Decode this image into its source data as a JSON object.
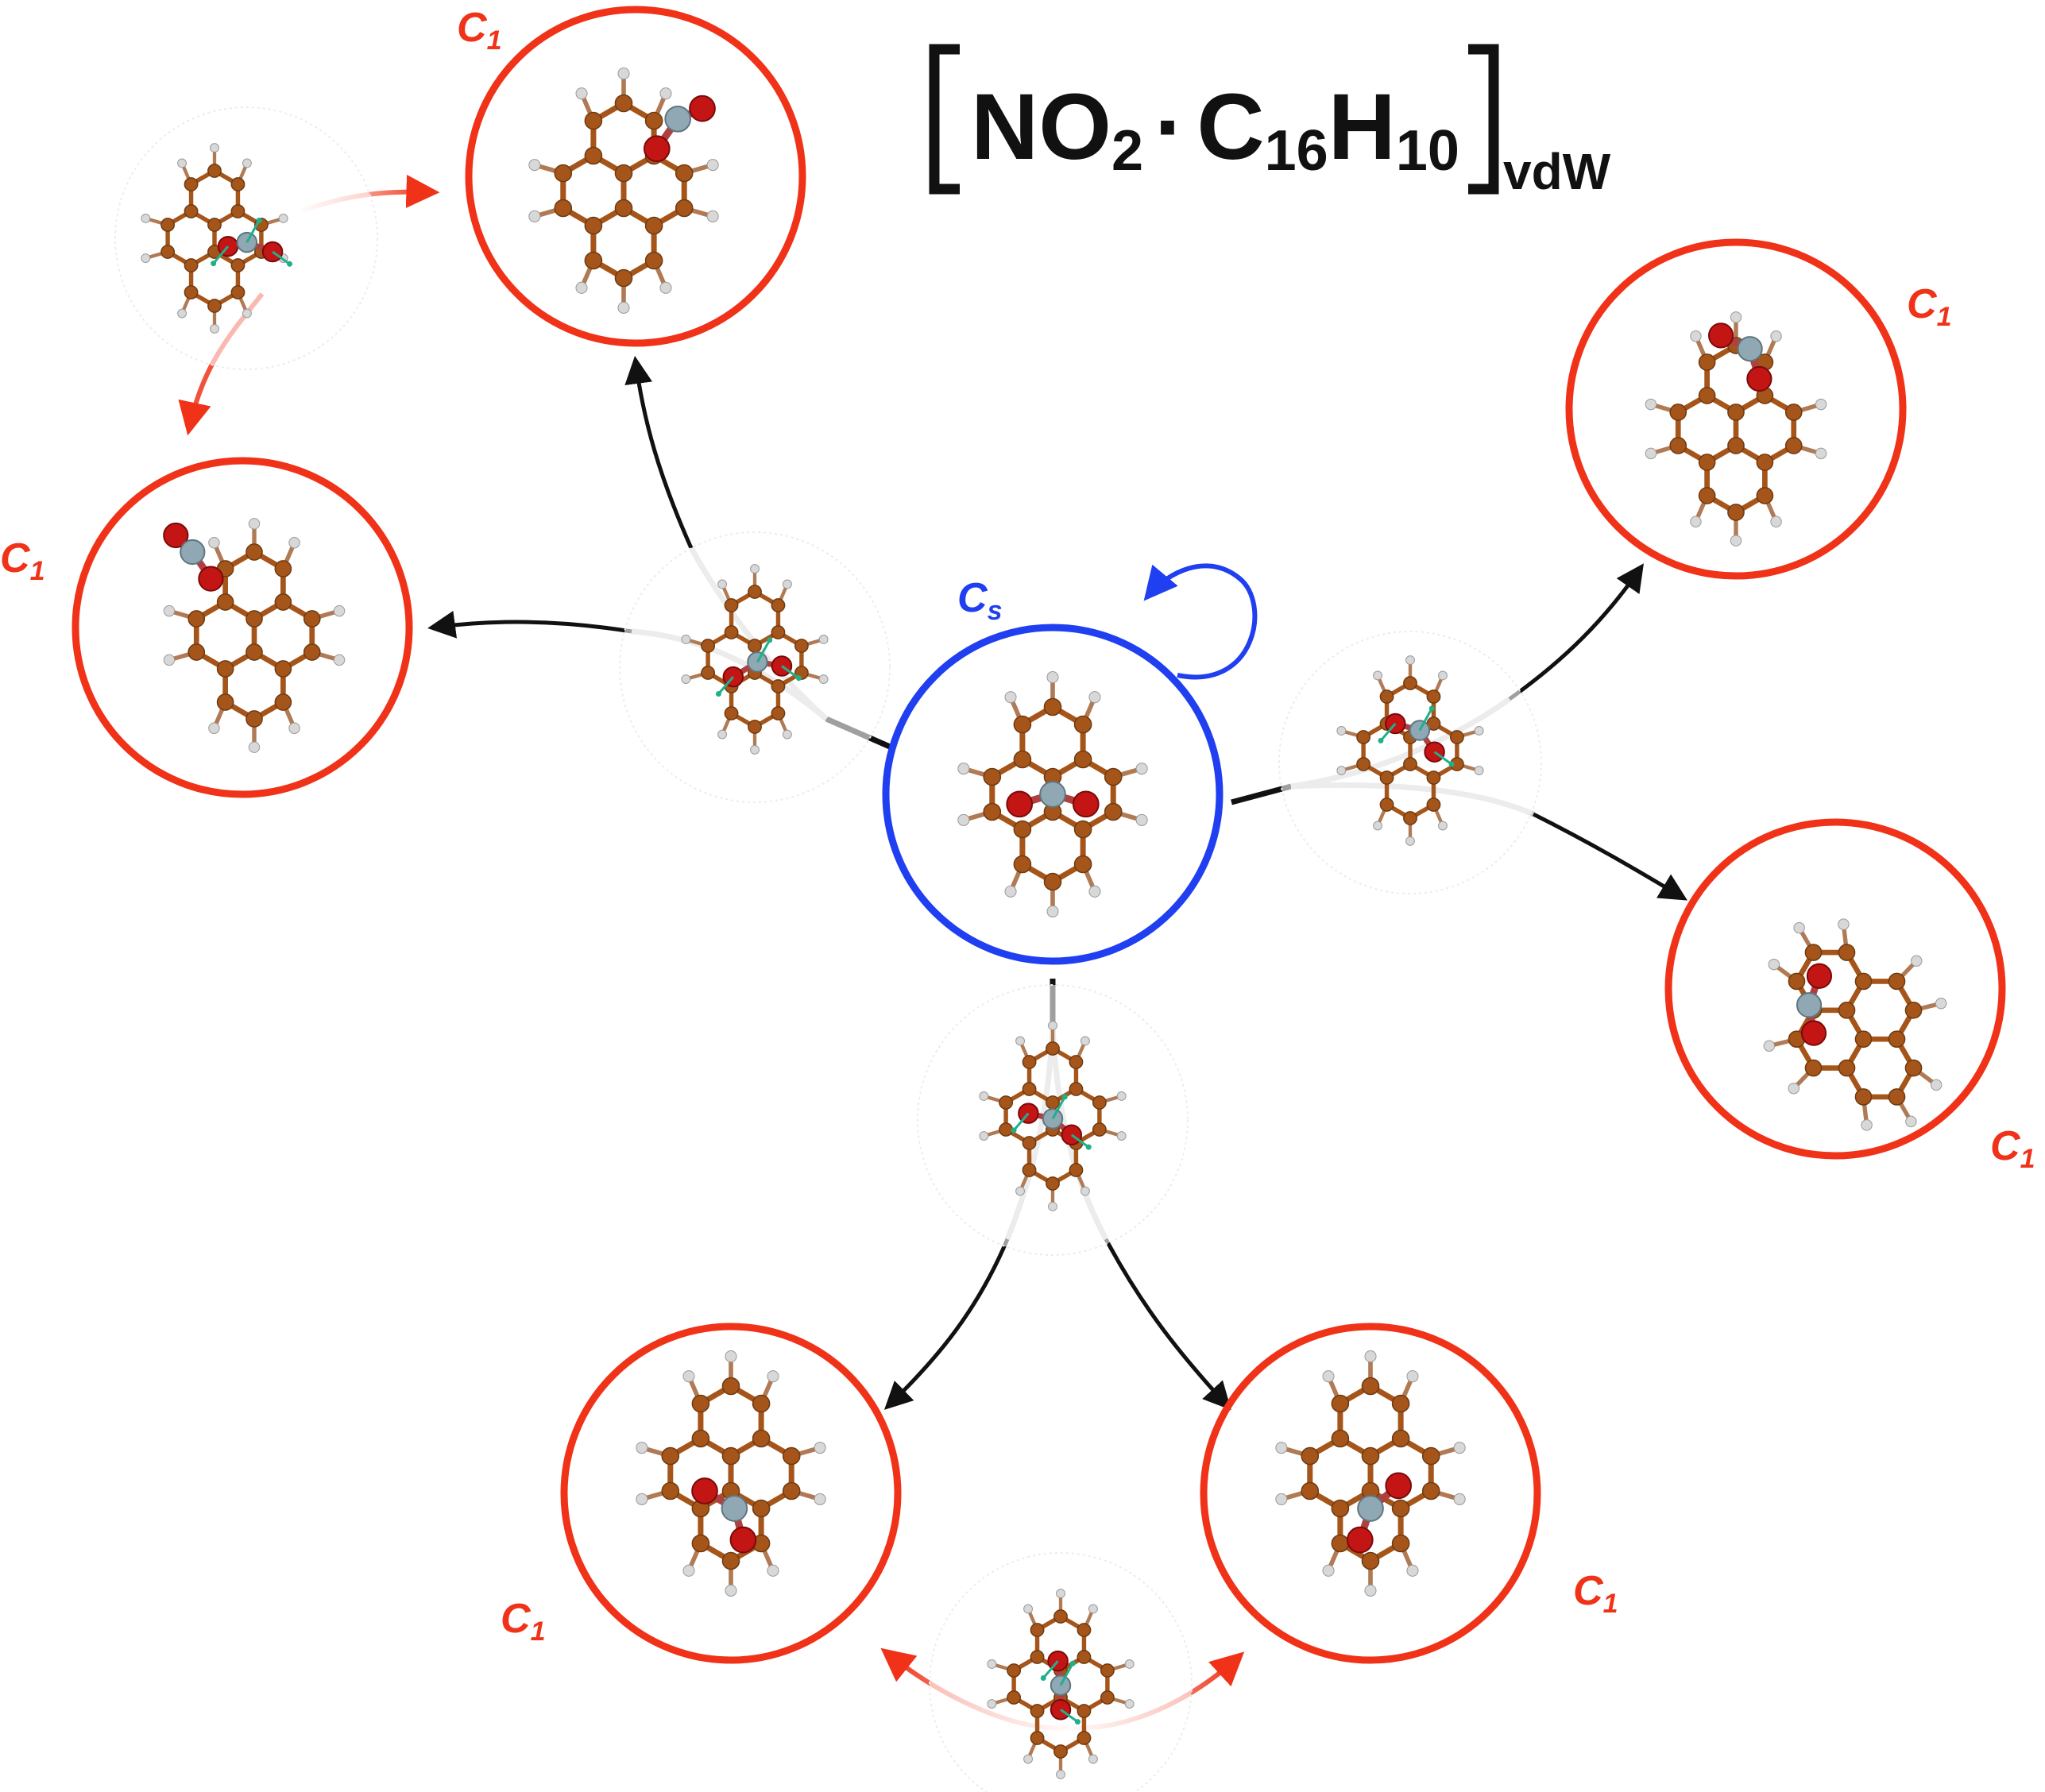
{
  "title": {
    "parts": [
      "NO",
      "2",
      "·",
      "C",
      "16",
      "H",
      "10"
    ],
    "subscript_label": "vdW"
  },
  "colors": {
    "red": "#f03218",
    "blue": "#1f3ff0",
    "black": "#111111",
    "grey": "#cfcfcf",
    "carbon": "#a5551a",
    "oxygen": "#c41515",
    "nitrogen": "#8fa8b3",
    "hydrogen": "#d8d8d8",
    "mode_vector": "#1fb08a"
  },
  "central_minimum": {
    "symmetry": "C",
    "subscript": "s"
  },
  "minima": [
    {
      "id": "m1",
      "symmetry": "C",
      "subscript": "1"
    },
    {
      "id": "m2",
      "symmetry": "C",
      "subscript": "1"
    },
    {
      "id": "m3",
      "symmetry": "C",
      "subscript": "1"
    },
    {
      "id": "m4",
      "symmetry": "C",
      "subscript": "1"
    },
    {
      "id": "m5",
      "symmetry": "C",
      "subscript": "1"
    },
    {
      "id": "m6",
      "symmetry": "C",
      "subscript": "1"
    }
  ],
  "transition_states": [
    {
      "id": "ts-left"
    },
    {
      "id": "ts-right"
    },
    {
      "id": "ts-bottom"
    },
    {
      "id": "ts-topleft"
    },
    {
      "id": "ts-bottom2"
    }
  ],
  "icons": [
    "pyrene-molecule",
    "no2-molecule",
    "displacement-arrow",
    "self-loop-arrow"
  ]
}
